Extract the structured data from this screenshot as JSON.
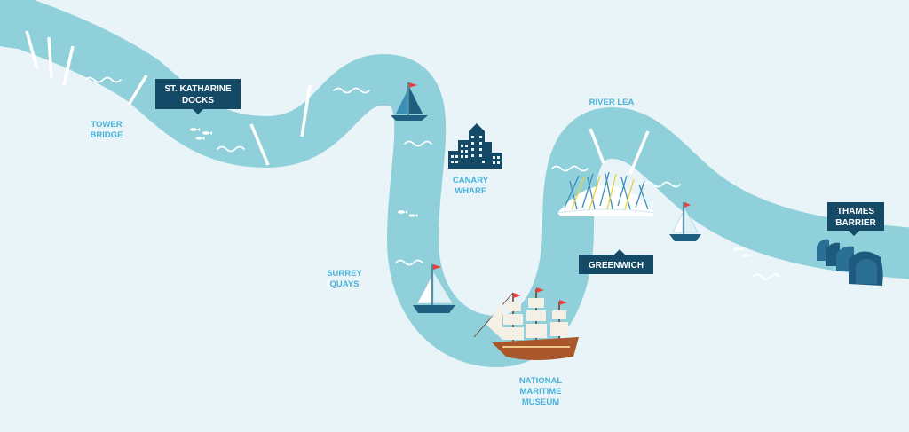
{
  "labels": {
    "tower_bridge": [
      "TOWER",
      "BRIDGE"
    ],
    "canary_wharf": [
      "CANARY",
      "WHARF"
    ],
    "river_lea": [
      "RIVER LEA"
    ],
    "surrey_quays": [
      "SURREY",
      "QUAYS"
    ],
    "national_maritime_museum": [
      "NATIONAL",
      "MARITIME",
      "MUSEUM"
    ]
  },
  "tags": {
    "st_katharine_docks": [
      "ST. KATHARINE",
      "DOCKS"
    ],
    "greenwich": [
      "GREENWICH"
    ],
    "thames_barrier": [
      "THAMES",
      "BARRIER"
    ]
  },
  "icons": [
    "sailboat-icon",
    "tall-ship-icon",
    "skyscraper-icon",
    "dome-arena-icon",
    "flood-barrier-icon",
    "fish-icon",
    "wave-icon"
  ],
  "colors": {
    "background": "#e9f4f9",
    "river": "#8fd0da",
    "label": "#4ab2d8",
    "tag": "#154a66",
    "building": "#154a66",
    "flag": "#e8413c",
    "ship_hull": "#a9562b"
  }
}
